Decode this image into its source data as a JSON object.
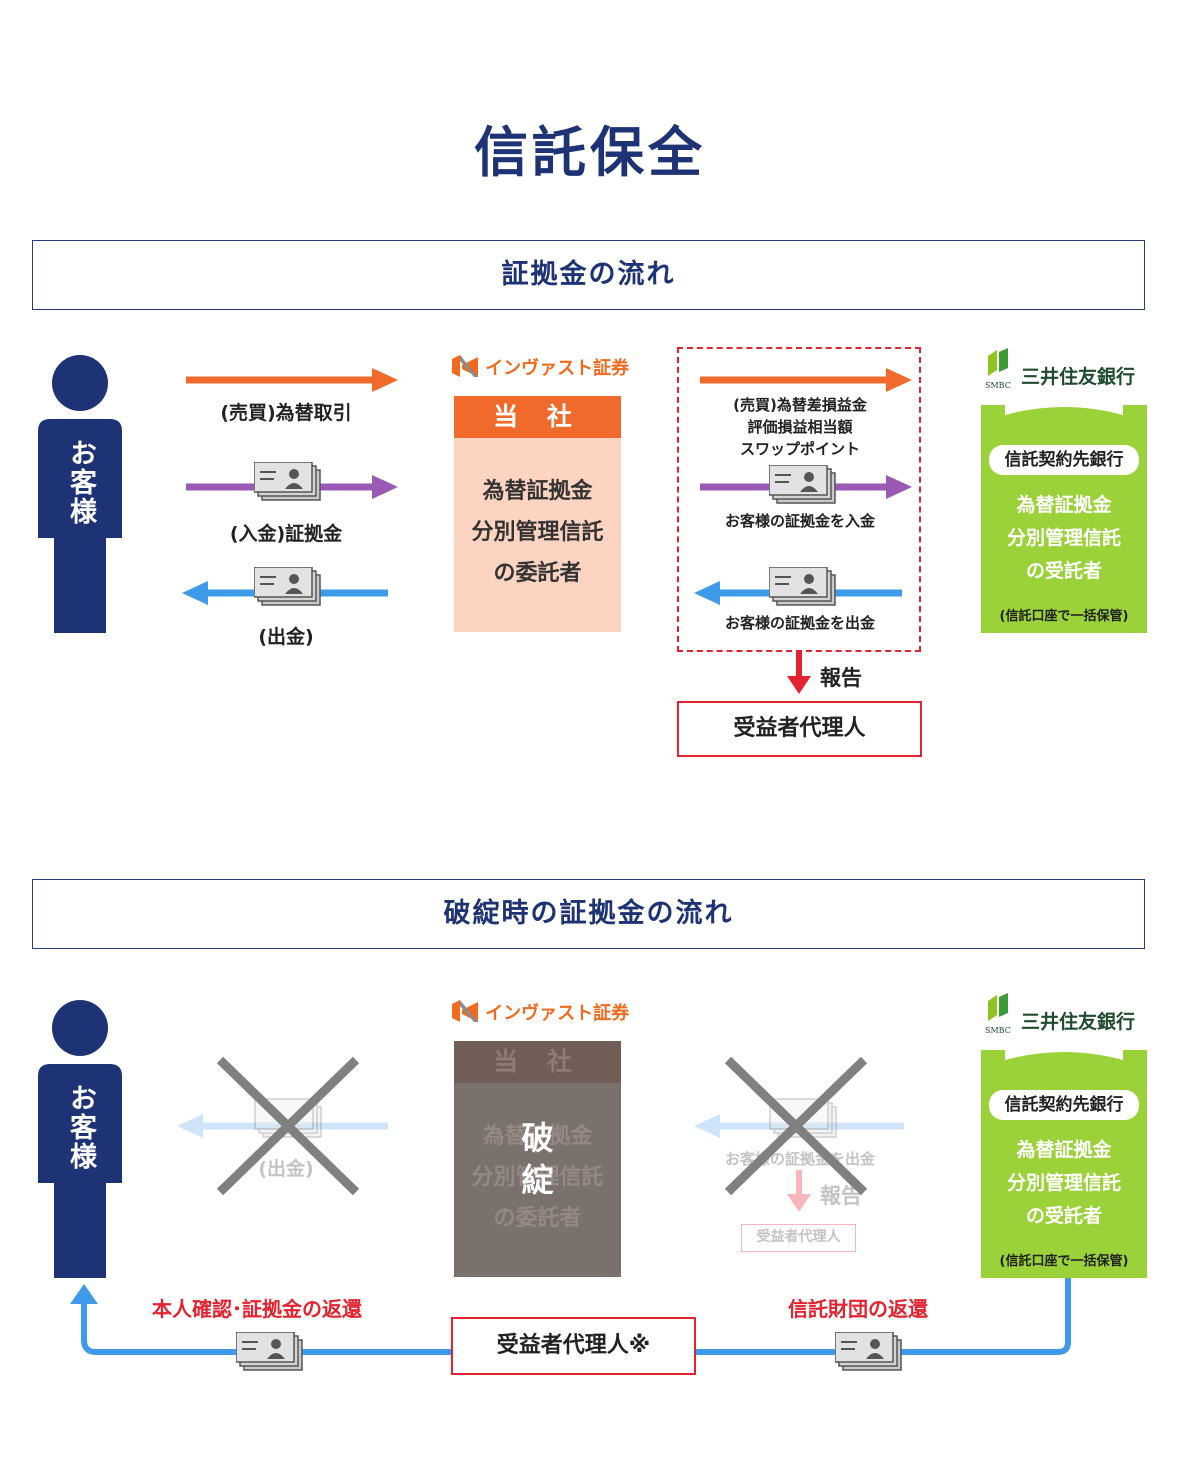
{
  "title": "信託保全",
  "section1": {
    "header": "証拠金の流れ",
    "customer_label": "お客様",
    "arrow_trade_label": "(売買)為替取引",
    "arrow_deposit_label": "(入金)証拠金",
    "arrow_withdraw_label": "(出金)",
    "company_logo": "インヴァスト証券",
    "company_head": "当 社",
    "company_body": [
      "為替証拠金",
      "分別管理信託",
      "の委託者"
    ],
    "flow_trade_lines": [
      "(売買)為替差損益金",
      "評価損益相当額",
      "スワップポイント"
    ],
    "flow_deposit_label": "お客様の証拠金を入金",
    "flow_withdraw_label": "お客様の証拠金を出金",
    "report_label": "報告",
    "beneficiary_label": "受益者代理人",
    "bank_logo_mark": "SMBC",
    "bank_logo": "三井住友銀行",
    "bank_badge": "信託契約先銀行",
    "bank_body": [
      "為替証拠金",
      "分別管理信託",
      "の受託者"
    ],
    "bank_note": "(信託口座で一括保管)"
  },
  "section2": {
    "header": "破綻時の証拠金の流れ",
    "customer_label": "お客様",
    "arrow_withdraw_label": "(出金)",
    "company_logo": "インヴァスト証券",
    "company_head": "当 社",
    "company_body": [
      "為替証拠金",
      "分別管理信託",
      "の委託者"
    ],
    "bankrupt_label": [
      "破",
      "綻"
    ],
    "flow_withdraw_label": "お客様の証拠金を出金",
    "report_label": "報告",
    "beneficiary_small": "受益者代理人",
    "bank_logo_mark": "SMBC",
    "bank_logo": "三井住友銀行",
    "bank_badge": "信託契約先銀行",
    "bank_body": [
      "為替証拠金",
      "分別管理信託",
      "の受託者"
    ],
    "bank_note": "(信託口座で一括保管)",
    "return_left_label": "本人確認･証拠金の返還",
    "return_right_label": "信託財団の返還",
    "beneficiary_main": "受益者代理人※"
  },
  "colors": {
    "navy": "#1e3376",
    "orange": "#f26a2b",
    "purple": "#9b59b6",
    "blue": "#3d9be9",
    "red": "#e5222f",
    "green": "#9bd23a",
    "peach": "#fdd3c1",
    "bankrupt_gray": "#7a706c"
  }
}
